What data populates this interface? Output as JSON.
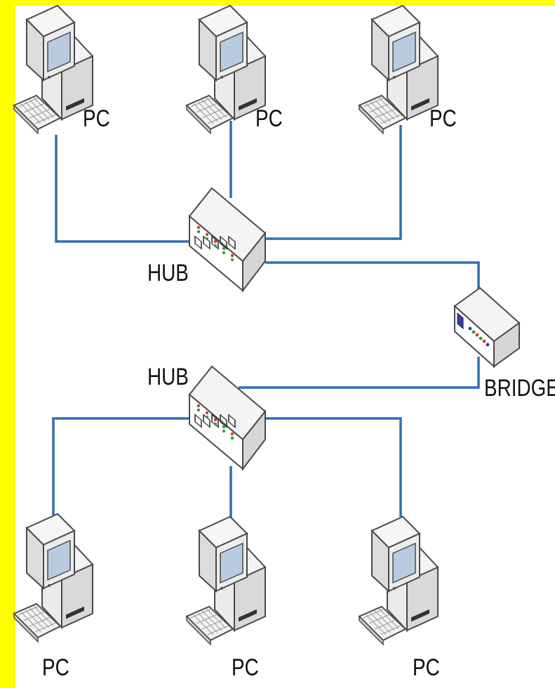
{
  "diagram": {
    "colors": {
      "frame": "#ffff00",
      "link": "#2f6fb6",
      "device_body": "#e6e6e6",
      "device_face": "#ffffff",
      "device_stroke": "#4a4a4a",
      "screen": "#b8cbe0"
    },
    "labels": {
      "pc_top_left": "PC",
      "pc_top_mid": "PC",
      "pc_top_right": "PC",
      "hub_top": "HUB",
      "bridge": "BRIDGE",
      "hub_bottom": "HUB",
      "pc_bottom_left": "PC",
      "pc_bottom_mid": "PC",
      "pc_bottom_right": "PC"
    },
    "icons": {
      "pc": "computer-icon",
      "hub": "hub-icon",
      "bridge": "bridge-icon"
    }
  }
}
